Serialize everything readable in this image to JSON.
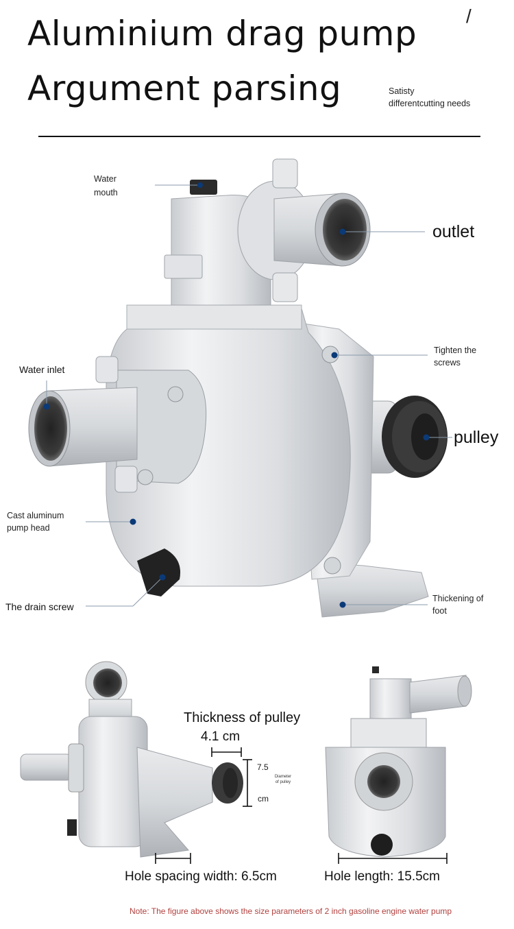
{
  "header": {
    "title_line1": "Aluminium drag pump",
    "title_line2": "Argument parsing",
    "slash": "/",
    "tagline_line1": "Satisty",
    "tagline_line2": "differentcutting needs"
  },
  "callouts": {
    "water_mouth_line1": "Water",
    "water_mouth_line2": "mouth",
    "outlet": "outlet",
    "tighten_line1": "Tighten the",
    "tighten_line2": "screws",
    "water_inlet": "Water inlet",
    "pulley": "pulley",
    "cast_line1": "Cast aluminum",
    "cast_line2": "pump head",
    "drain_screw": "The drain screw",
    "foot_line1": "Thickening of",
    "foot_line2": "foot"
  },
  "dimensions": {
    "pulley_thickness_label": "Thickness of pulley",
    "pulley_thickness_value": "4.1 cm",
    "diameter_value": "7.5",
    "diameter_unit": "cm",
    "diameter_caption_line1": "Diameter",
    "diameter_caption_line2": "of pulley",
    "hole_spacing": "Hole spacing width: 6.5cm",
    "hole_length": "Hole length: 15.5cm"
  },
  "footer": {
    "note": "Note: The figure above shows the size parameters of 2 inch gasoline engine water pump"
  },
  "colors": {
    "accent_dot": "#0b3a78",
    "note_text": "#b0413e"
  }
}
